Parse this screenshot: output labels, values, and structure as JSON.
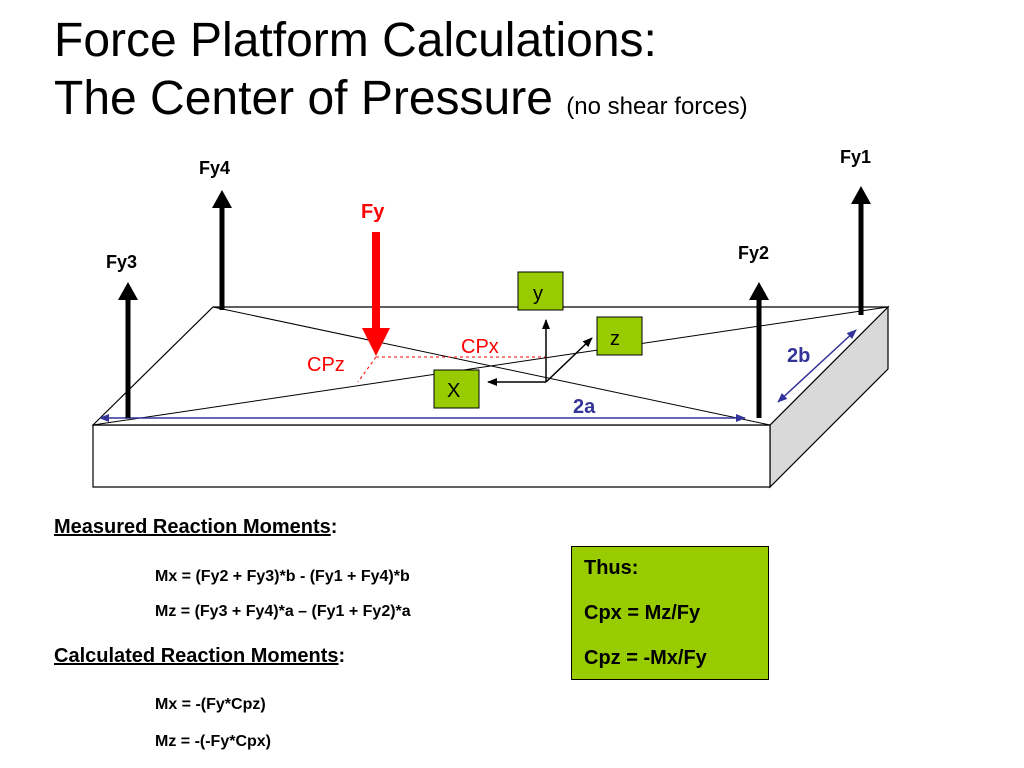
{
  "title": {
    "line1": "Force Platform Calculations:",
    "line2": "The Center of Pressure",
    "note": "(no shear forces)"
  },
  "diagram": {
    "forces": {
      "fy1": "Fy1",
      "fy2": "Fy2",
      "fy3": "Fy3",
      "fy4": "Fy4",
      "fy": "Fy"
    },
    "axes": {
      "y": "y",
      "z": "z",
      "x": "X"
    },
    "cop": {
      "cpx": "CPx",
      "cpz": "CPz"
    },
    "dimensions": {
      "width": "2a",
      "depth": "2b"
    },
    "colors": {
      "applied_force": "#ff0000",
      "dimension": "#333399",
      "axis_box": "#99cc00",
      "platform_top": "#ffffff",
      "platform_side": "#d9d9d9"
    }
  },
  "measured": {
    "heading": "Measured Reaction Moments",
    "colon": ":",
    "eq_mx": "Mx = (Fy2 + Fy3)*b - (Fy1 + Fy4)*b",
    "eq_mz": "Mz = (Fy3 + Fy4)*a – (Fy1 + Fy2)*a"
  },
  "calculated": {
    "heading": "Calculated Reaction Moments",
    "colon": ":",
    "eq_mx": "Mx = -(Fy*Cpz)",
    "eq_mz": "Mz = -(-Fy*Cpx)"
  },
  "thus": {
    "label": "Thus:",
    "cpx": "Cpx = Mz/Fy",
    "cpz": "Cpz = -Mx/Fy"
  }
}
